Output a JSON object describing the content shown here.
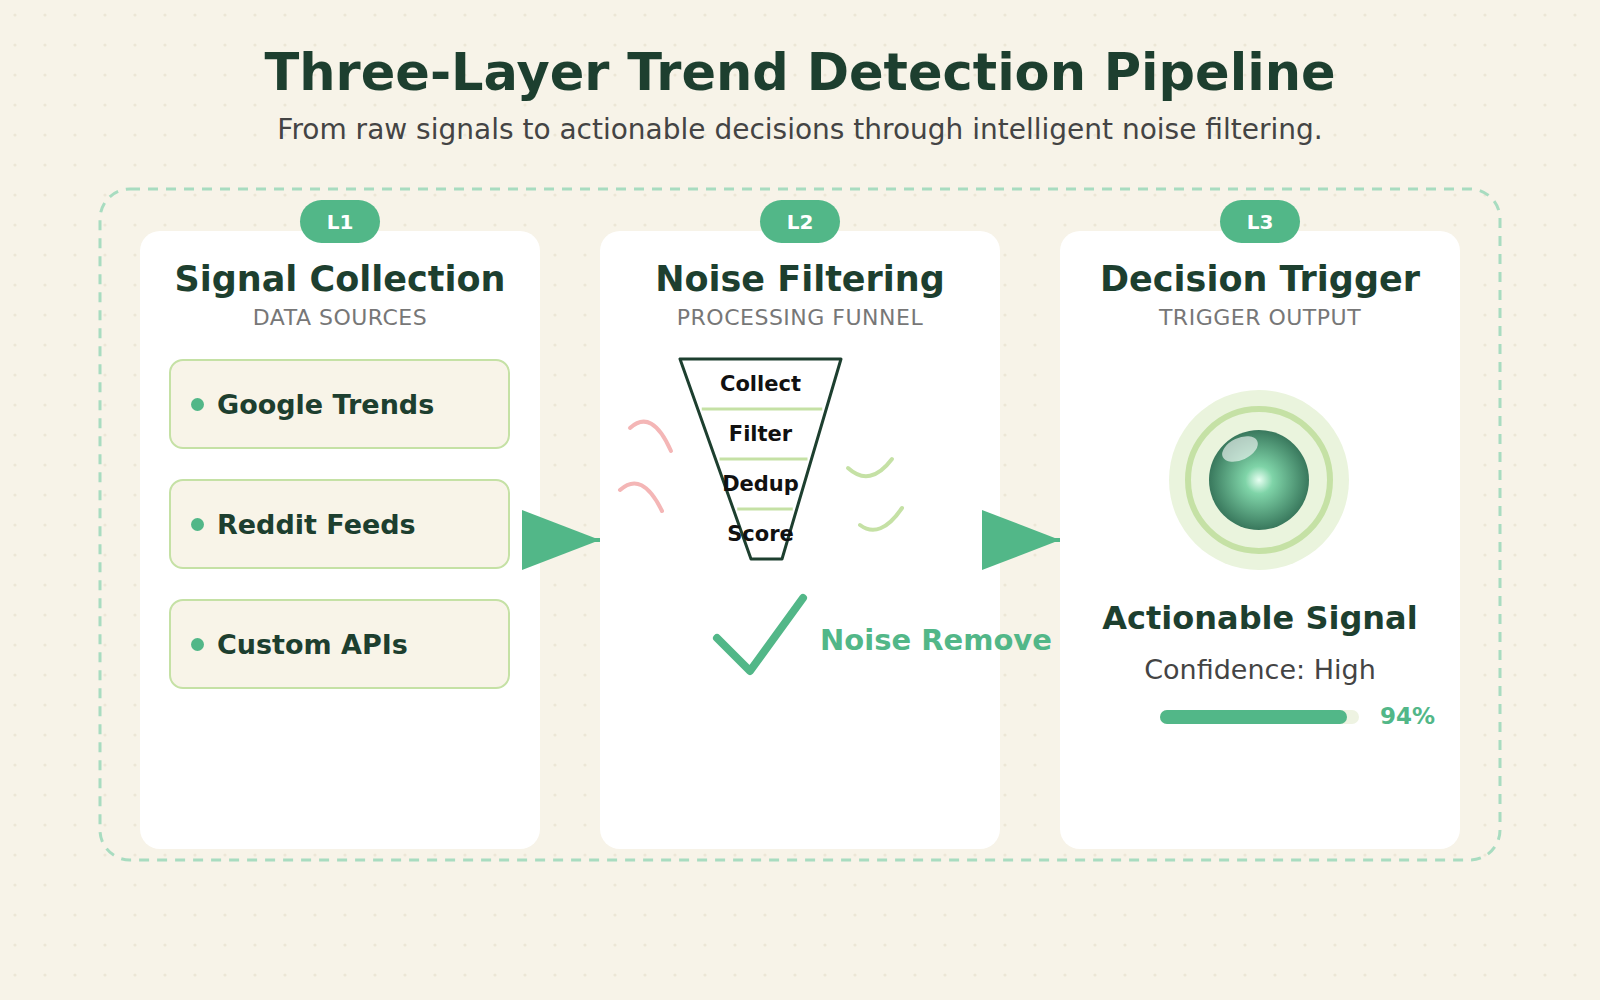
{
  "diagram": {
    "title": "Three-Layer Trend Detection Pipeline",
    "caption": "From raw signals to actionable decisions through intelligent noise filtering.",
    "nodes": [
      {
        "text": [
          "Signal Collection",
          "DATA SOURCES"
        ]
      },
      {
        "text": [
          "L1"
        ],
        "in": 0
      },
      {
        "text": [
          "Google Trends"
        ],
        "in": 0
      },
      {
        "text": [
          "Reddit Feeds"
        ],
        "in": 0
      },
      {
        "text": [
          "Custom APIs"
        ],
        "in": 0
      },
      {
        "text": [
          "Noise Filtering",
          "PROCESSING FUNNEL"
        ]
      },
      {
        "text": [
          "L2"
        ],
        "in": 5
      },
      {
        "text": [
          "Collect",
          "Filter",
          "Dedup",
          "Score"
        ],
        "in": 5
      },
      {
        "text": [
          "Decision Trigger",
          "TRIGGER OUTPUT"
        ]
      },
      {
        "text": [
          "L3"
        ],
        "in": 8
      }
    ],
    "edges": [
      {
        "from": 0,
        "to": 5,
        "arrow": "to"
      },
      {
        "from": 5,
        "to": 8,
        "arrow": "to"
      }
    ],
    "labels": [
      "Noise Remove",
      "Actionable Signal",
      "Confidence: High",
      "94%"
    ]
  }
}
